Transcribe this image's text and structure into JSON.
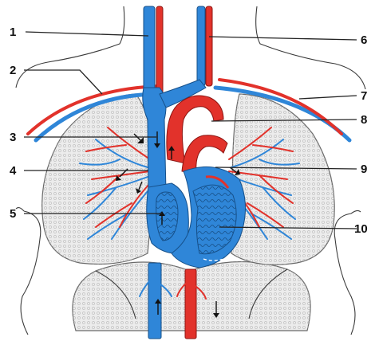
{
  "labels": {
    "left": [
      "1",
      "2",
      "3",
      "4",
      "5"
    ],
    "right": [
      "6",
      "7",
      "8",
      "9",
      "10"
    ]
  },
  "colors": {
    "vein": "#2f86d8",
    "artery": "#e2322b",
    "lung_tissue": "#ececec",
    "outline": "#3a3a3a"
  }
}
